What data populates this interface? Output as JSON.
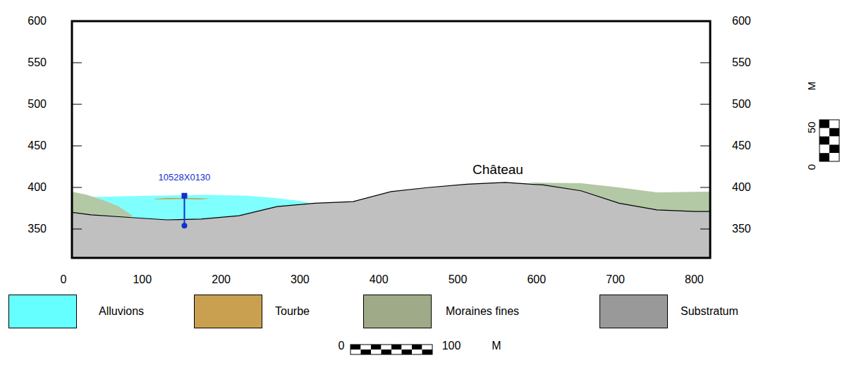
{
  "diagram": {
    "labels": [
      "600",
      "550",
      "500",
      "450",
      "400",
      "350",
      "600",
      "550",
      "500",
      "450",
      "400",
      "350",
      "0",
      "100",
      "200",
      "300",
      "400",
      "500",
      "600",
      "700",
      "800",
      "10528X0130",
      "Château",
      "0",
      "50",
      "M",
      "0",
      "100",
      "M"
    ],
    "legend": [
      {
        "text": "Alluvions",
        "color": "#66ffff"
      },
      {
        "text": "Tourbe",
        "color": "#c9a050"
      },
      {
        "text": "Moraines fines",
        "color": "#9fab88"
      },
      {
        "text": "Substratum",
        "color": "#999999"
      }
    ]
  }
}
